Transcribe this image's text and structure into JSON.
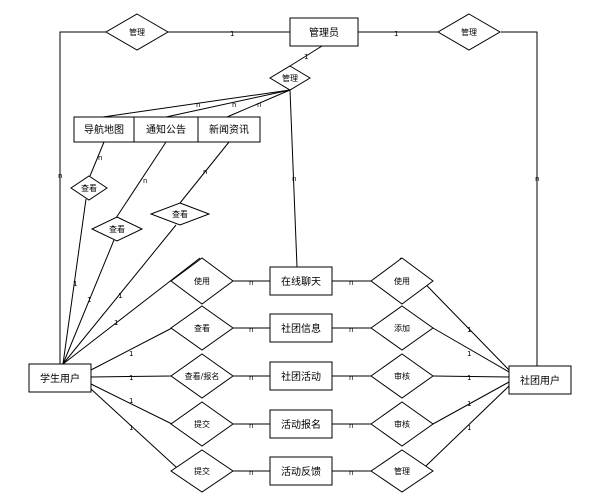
{
  "entities": {
    "admin": "管理员",
    "student": "学生用户",
    "club_user": "社团用户",
    "nav_map": "导航地图",
    "notice": "通知公告",
    "news": "新闻资讯",
    "chat": "在线聊天",
    "club_info": "社团信息",
    "club_activity": "社团活动",
    "activity_signup": "活动报名",
    "activity_feedback": "活动反馈"
  },
  "relationships": {
    "admin_student": "管理",
    "admin_club": "管理",
    "admin_content": "管理",
    "view_map": "查看",
    "view_notice": "查看",
    "view_news": "查看",
    "use_chat_student": "使用",
    "view_club_info": "查看",
    "view_signup_activity": "查看/报名",
    "submit_signup": "提交",
    "submit_feedback": "提交",
    "use_chat_club": "使用",
    "add_club_info": "添加",
    "review_activity": "审核",
    "review_signup": "审核",
    "manage_feedback": "管理"
  },
  "cardinality": {
    "one": "1",
    "many": "n"
  }
}
